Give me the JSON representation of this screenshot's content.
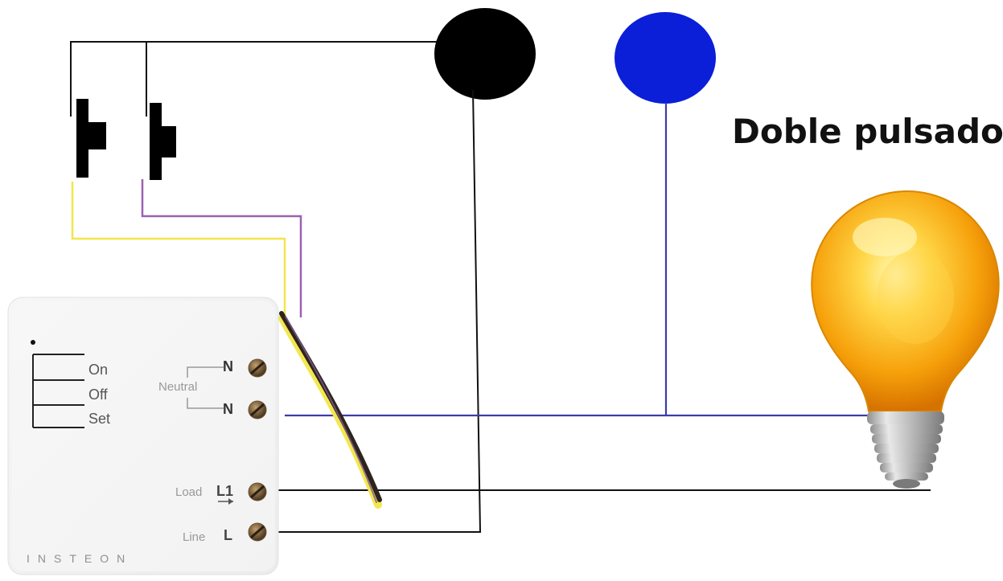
{
  "title": "Doble pulsador",
  "module": {
    "brand": "INSTEON",
    "switch_labels": {
      "on": "On",
      "off": "Off",
      "set": "Set"
    },
    "neutral_label": "Neutral",
    "terminals": {
      "n1": "N",
      "n2": "N",
      "load_label": "Load",
      "load_code": "L1",
      "line_label": "Line",
      "line_code": "L"
    }
  },
  "colors": {
    "black_node": "#000000",
    "blue_node": "#0b1fd8",
    "wire_black": "#111111",
    "wire_blue": "#3c3ca8",
    "wire_yellow": "#f2e64a",
    "wire_purple": "#9a62b2",
    "bulb_glass": "#f7a40c",
    "module_body": "#f1f1f1"
  },
  "icons": {
    "push_button_1": "push-button-icon",
    "push_button_2": "push-button-icon",
    "bulb": "light-bulb-icon"
  }
}
